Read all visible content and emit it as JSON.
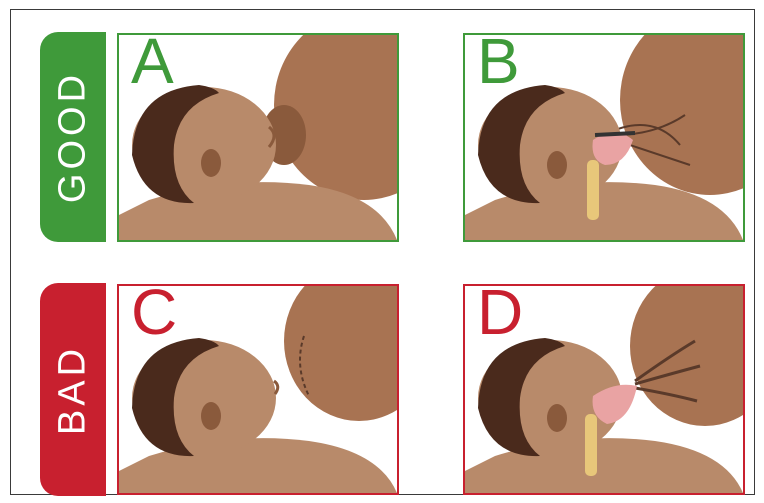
{
  "colors": {
    "good": "#3f9a3a",
    "bad": "#c8202f",
    "skin": "#b88a6a",
    "skin_dark": "#8a5a3c",
    "hair": "#4a2a1c",
    "breast": "#a87352",
    "mouth_inner": "#e9a3a3",
    "throat": "#e8c77a"
  },
  "categories": [
    {
      "label": "GOOD"
    },
    {
      "label": "BAD"
    }
  ],
  "panels": [
    {
      "letter": "A",
      "category": "good",
      "illustration": "baby-wide-latch-illustration"
    },
    {
      "letter": "B",
      "category": "good",
      "illustration": "deep-latch-cross-section-illustration"
    },
    {
      "letter": "C",
      "category": "bad",
      "illustration": "baby-shallow-latch-illustration"
    },
    {
      "letter": "D",
      "category": "bad",
      "illustration": "shallow-latch-cross-section-illustration"
    }
  ]
}
